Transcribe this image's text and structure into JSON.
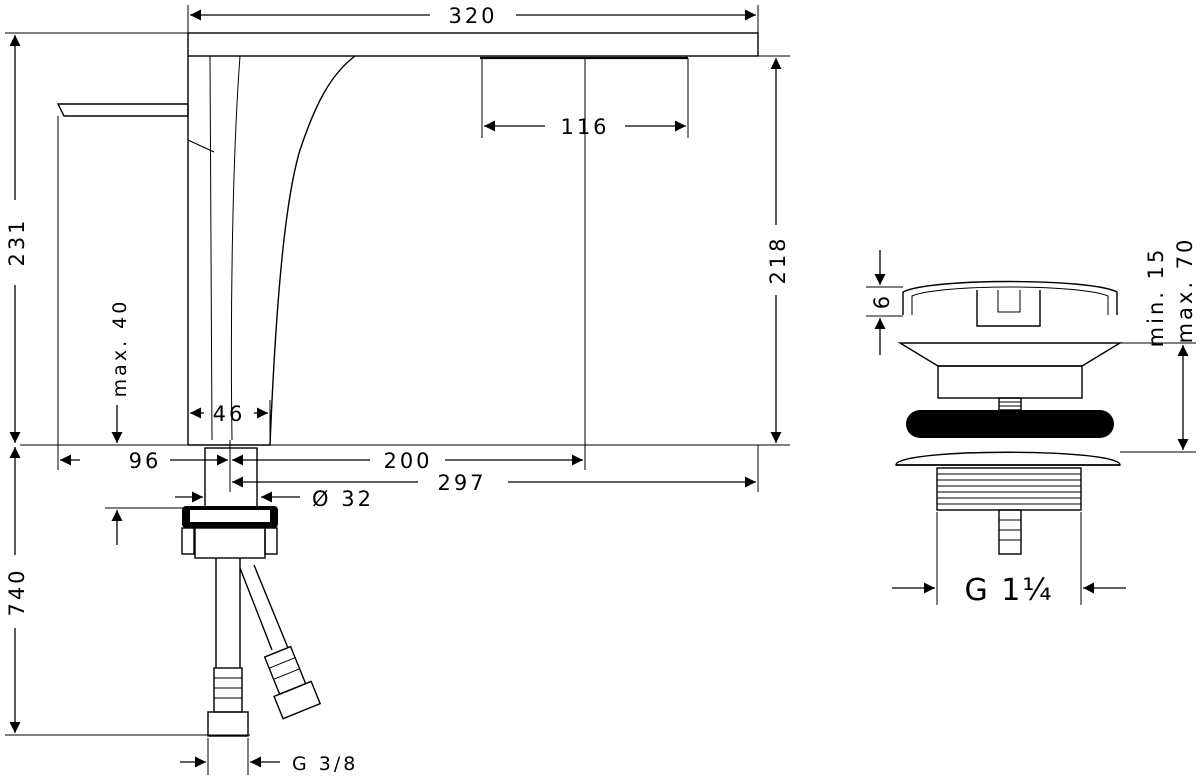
{
  "drawing": {
    "faucet": {
      "dimensions": {
        "total_length": "320",
        "spout_outlet": "116",
        "spout_height": "218",
        "total_height": "231",
        "body_width": "46",
        "max_deck": "max. 40",
        "lever_offset": "96",
        "outlet_reach": "200",
        "reach_to_tip": "297",
        "hole_dia": "Ø 32",
        "install_height": "740",
        "connection": "G 3/8"
      }
    },
    "waste_valve": {
      "dimensions": {
        "cap_height": "6",
        "thickness_min": "min. 15",
        "thickness_max": "max. 70",
        "thread": "G 1¼"
      }
    }
  },
  "colors": {
    "line": "#000000",
    "background": "#ffffff"
  }
}
